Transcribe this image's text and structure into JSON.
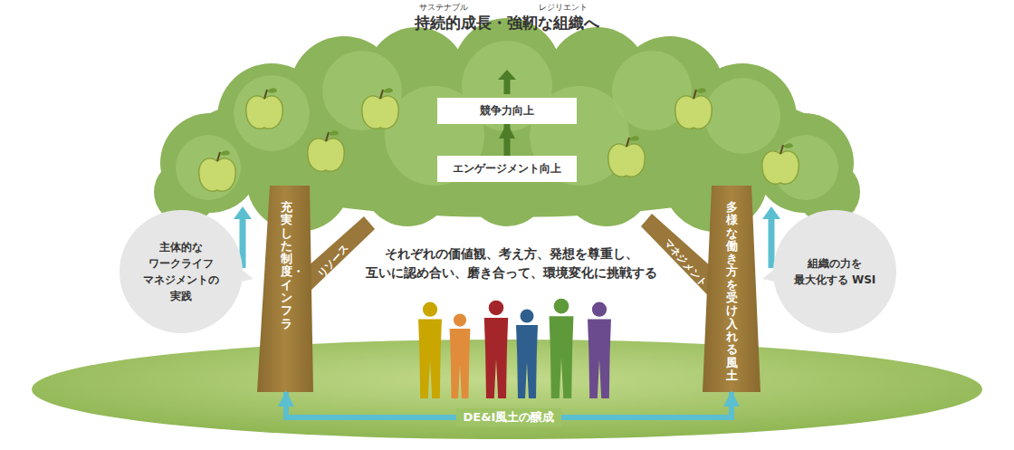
{
  "diagram": {
    "title": "持続的成長・強靭な組織へ",
    "nodes": [
      {
        "text": [
          "競争力向上"
        ]
      },
      {
        "text": [
          "エンゲージメント向上"
        ]
      },
      {
        "text": [
          "主体的な ワークライフ マネジメントの 実践"
        ]
      },
      {
        "text": [
          "充実した制度・インフラ"
        ]
      },
      {
        "text": [
          "リソース"
        ]
      },
      {
        "text": [
          "マネジメント"
        ]
      },
      {
        "text": [
          "多様な働き方を受け入れる風土"
        ]
      },
      {
        "text": [
          "組織の力を 最大化する WSI"
        ]
      }
    ],
    "edges": [
      {
        "from": 1,
        "to": 0,
        "arrow": "to"
      },
      {
        "from": 3,
        "to": 6,
        "arrow": "both",
        "label": "DE&I風土の醸成"
      }
    ],
    "labels": [
      "サステナブル",
      "レジリエント",
      "それぞれの価値観、考え方、発想を尊重し、 互いに認め合い、磨き合って、環境変化に挑戦する"
    ]
  }
}
